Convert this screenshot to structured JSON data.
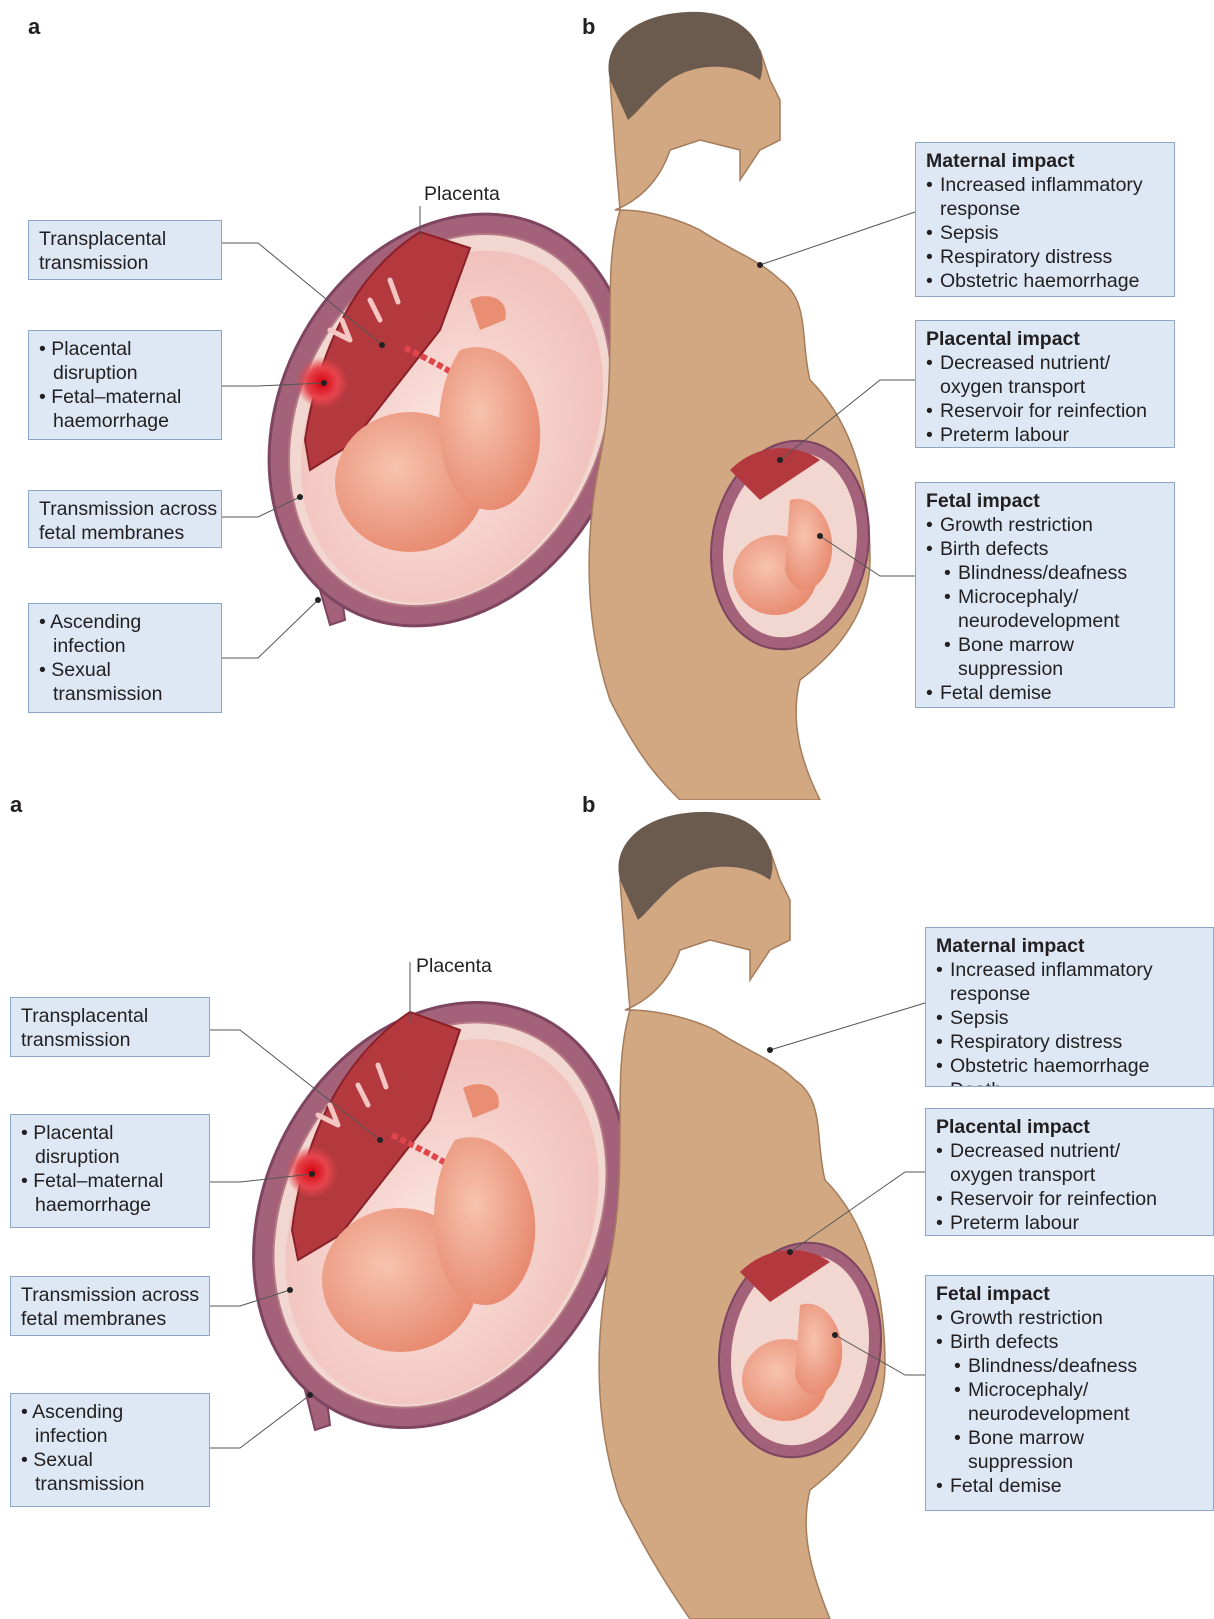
{
  "panel_labels": {
    "a": "a",
    "b": "b"
  },
  "panel_a": {
    "placenta": "Placenta",
    "boxes": [
      {
        "lines": [
          "Transplacental",
          "transmission"
        ]
      },
      {
        "lines": [
          "• Placental",
          "  disruption",
          "• Fetal–maternal",
          "  haemorrhage"
        ]
      },
      {
        "lines": [
          "Transmission across",
          "fetal membranes"
        ]
      },
      {
        "lines": [
          "• Ascending",
          "  infection",
          "• Sexual",
          "  transmission"
        ]
      }
    ]
  },
  "panel_b": {
    "maternal": {
      "title": "Maternal impact",
      "items": [
        "Increased inflammatory",
        "response",
        "Sepsis",
        "Respiratory distress",
        "Obstetric haemorrhage",
        "Death"
      ]
    },
    "placental": {
      "title": "Placental impact",
      "items": [
        "Decreased nutrient/",
        "oxygen transport",
        "Reservoir for reinfection",
        "Preterm labour"
      ]
    },
    "fetal": {
      "title": "Fetal impact",
      "items": [
        "Growth restriction",
        "Birth defects",
        "Blindness/deafness",
        "Microcephaly/",
        "neurodevelopment",
        "Bone marrow",
        "suppression",
        "Fetal demise"
      ]
    }
  },
  "colors": {
    "box_fill": "#dde8f4",
    "box_border": "#8ea7c4",
    "skin": "#d2a883",
    "hair": "#6b5a4e",
    "uterus_wall": "#a3627a",
    "placenta": "#b3393f",
    "fetus": "#ee9c80",
    "amniotic": "#f6d3cf"
  }
}
